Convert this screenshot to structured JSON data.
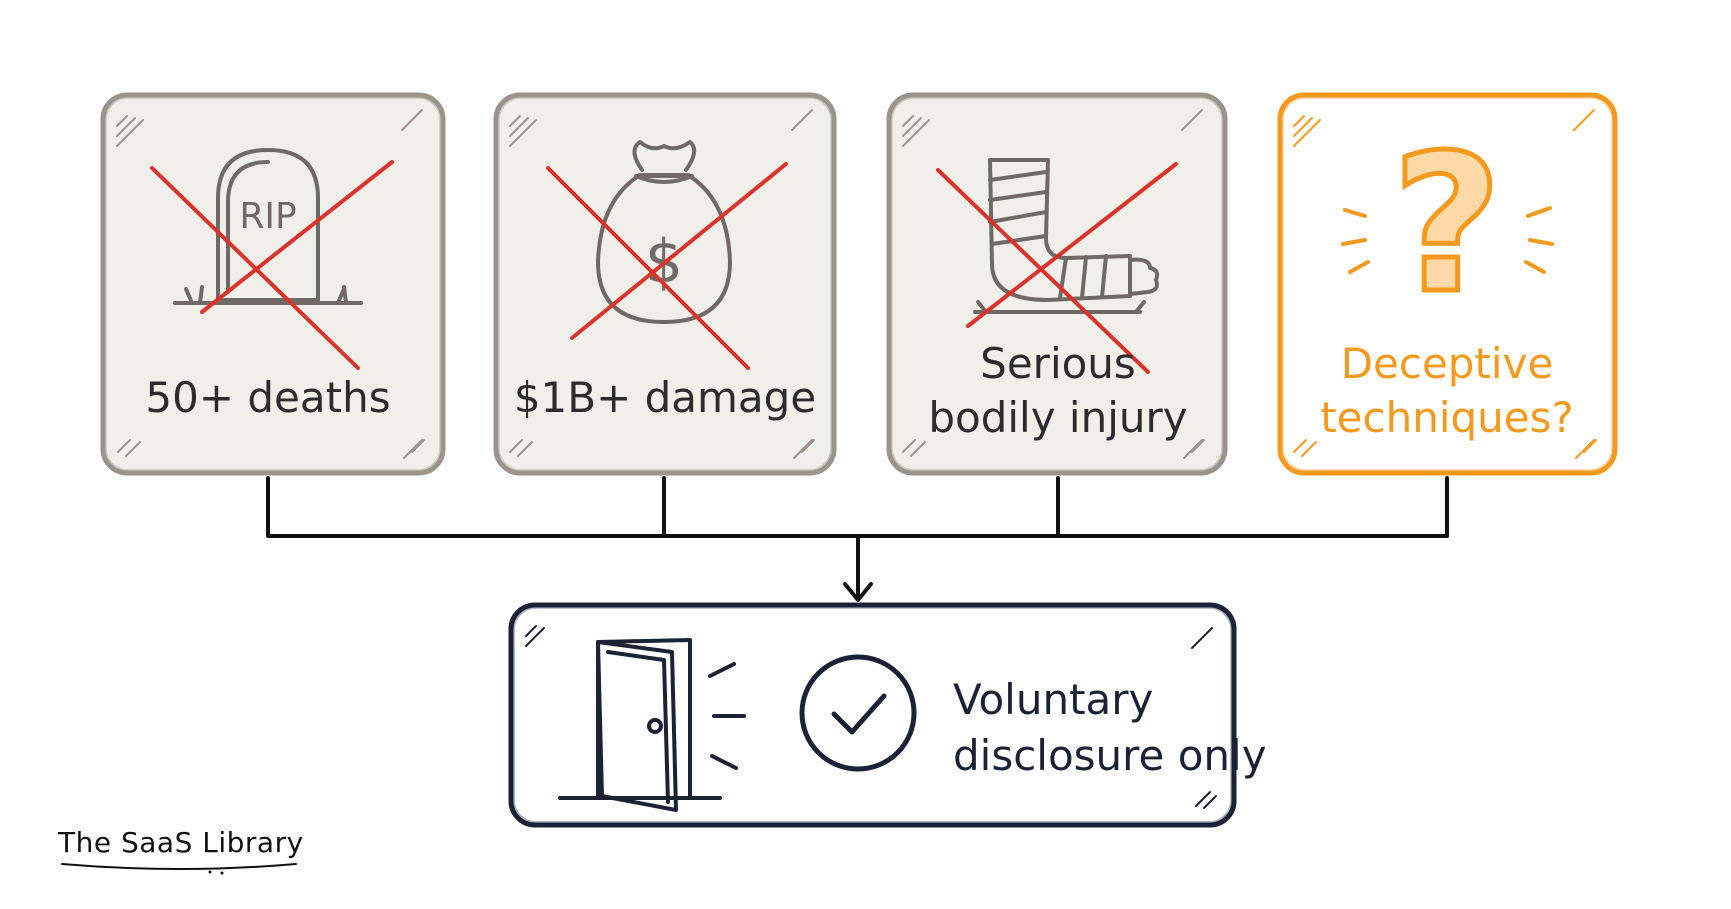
{
  "colors": {
    "gray_box_stroke": "#9b948c",
    "gray_box_fill": "#f1efea",
    "icon_stroke": "#6f6a66",
    "red_x": "#d9332b",
    "orange": "#f39a1e",
    "navy": "#1b2236",
    "connector": "#111111",
    "text_dark": "#2c2c2c"
  },
  "criteria": [
    {
      "id": "deaths",
      "icon": "gravestone-icon",
      "icon_text": "RIP",
      "label_lines": [
        "50+ deaths"
      ],
      "crossed_out": true
    },
    {
      "id": "damage",
      "icon": "money-bag-icon",
      "icon_text": "$",
      "label_lines": [
        "$1B+ damage"
      ],
      "crossed_out": true
    },
    {
      "id": "injury",
      "icon": "bandaged-arm-icon",
      "label_lines": [
        "Serious",
        "bodily injury"
      ],
      "crossed_out": true
    },
    {
      "id": "deceptive",
      "icon": "question-mark-icon",
      "icon_text": "?",
      "label_lines": [
        "Deceptive",
        "techniques?"
      ],
      "crossed_out": false
    }
  ],
  "result": {
    "icons": [
      "open-door-icon",
      "check-circle-icon"
    ],
    "label_lines": [
      "Voluntary",
      "disclosure only"
    ]
  },
  "branding": {
    "text": "The SaaS Library"
  }
}
